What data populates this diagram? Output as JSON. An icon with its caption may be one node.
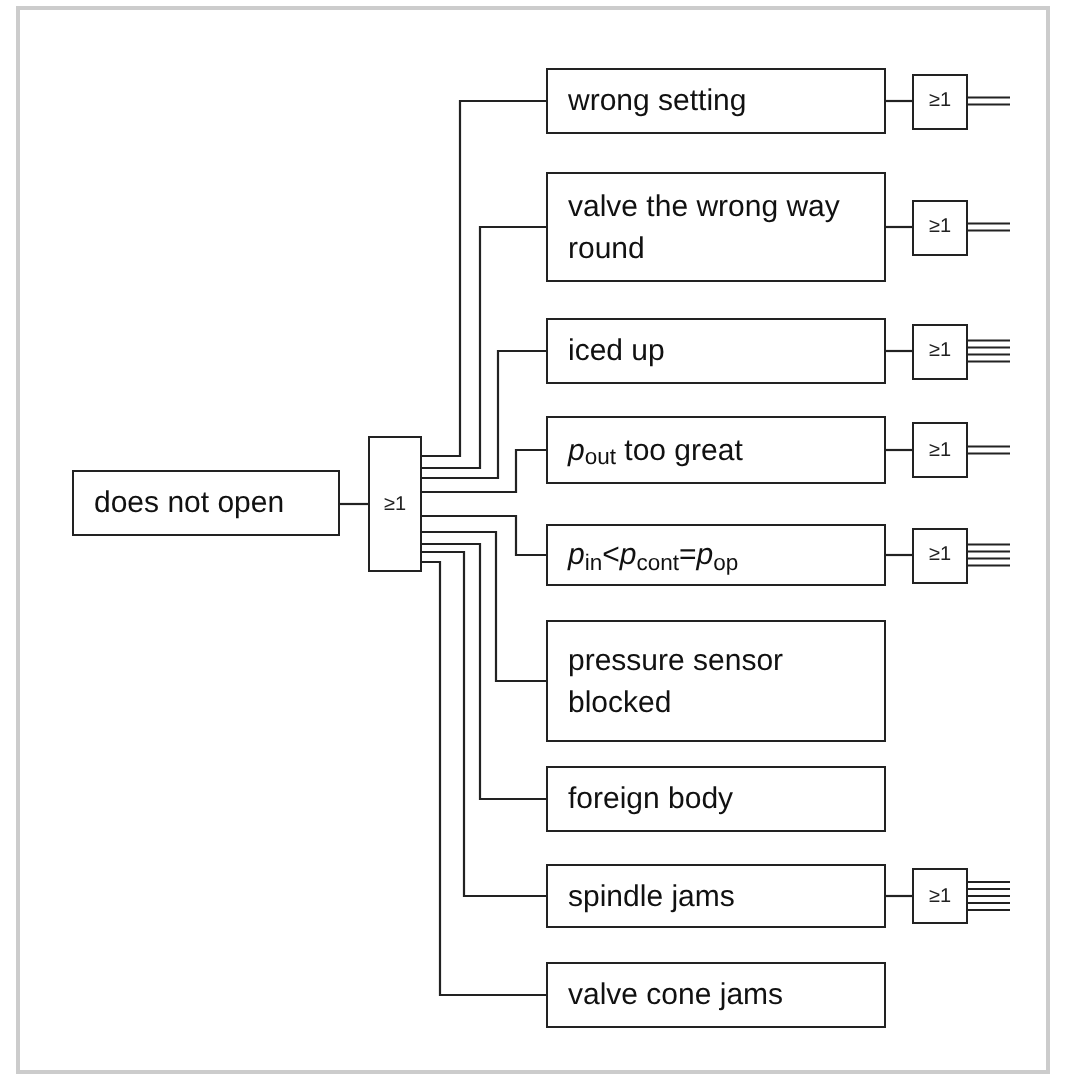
{
  "diagram": {
    "nodes": [
      {
        "text": [
          "does not open"
        ]
      },
      {
        "text": [
          "≥1"
        ]
      },
      {
        "text": [
          "wrong setting"
        ]
      },
      {
        "text": [
          "valve the wrong way round"
        ]
      },
      {
        "text": [
          "iced up"
        ]
      },
      {
        "text": [
          "*p*$_{out}$ too great"
        ]
      },
      {
        "text": [
          "*p*$_{in}$<*p*$_{cont}$=*p*$_{op}$"
        ]
      },
      {
        "text": [
          "pressure sensor blocked"
        ]
      },
      {
        "text": [
          "foreign body"
        ]
      },
      {
        "text": [
          "spindle jams"
        ]
      },
      {
        "text": [
          "valve cone jams"
        ]
      },
      {
        "text": [
          "≥1"
        ]
      },
      {
        "text": [
          "≥1"
        ]
      },
      {
        "text": [
          "≥1"
        ]
      },
      {
        "text": [
          "≥1"
        ]
      },
      {
        "text": [
          "≥1"
        ]
      },
      {
        "text": [
          "≥1"
        ]
      }
    ],
    "edges": [
      {
        "from": 0,
        "to": 1,
        "arrow": "none"
      },
      {
        "from": 1,
        "to": 2,
        "arrow": "none"
      },
      {
        "from": 1,
        "to": 3,
        "arrow": "none"
      },
      {
        "from": 1,
        "to": 4,
        "arrow": "none"
      },
      {
        "from": 1,
        "to": 5,
        "arrow": "none"
      },
      {
        "from": 1,
        "to": 6,
        "arrow": "none"
      },
      {
        "from": 1,
        "to": 7,
        "arrow": "none"
      },
      {
        "from": 1,
        "to": 8,
        "arrow": "none"
      },
      {
        "from": 1,
        "to": 9,
        "arrow": "none"
      },
      {
        "from": 1,
        "to": 10,
        "arrow": "none"
      },
      {
        "from": 2,
        "to": 11,
        "arrow": "none"
      },
      {
        "from": 3,
        "to": 12,
        "arrow": "none"
      },
      {
        "from": 4,
        "to": 13,
        "arrow": "none"
      },
      {
        "from": 5,
        "to": 14,
        "arrow": "none"
      },
      {
        "from": 6,
        "to": 15,
        "arrow": "none"
      },
      {
        "from": 9,
        "to": 16,
        "arrow": "none"
      },
      {
        "from": 11,
        "to": null,
        "arrow": "none"
      },
      {
        "from": 11,
        "to": null,
        "arrow": "none"
      },
      {
        "from": 12,
        "to": null,
        "arrow": "none"
      },
      {
        "from": 12,
        "to": null,
        "arrow": "none"
      },
      {
        "from": 13,
        "to": null,
        "arrow": "none"
      },
      {
        "from": 13,
        "to": null,
        "arrow": "none"
      },
      {
        "from": 13,
        "to": null,
        "arrow": "none"
      },
      {
        "from": 13,
        "to": null,
        "arrow": "none"
      },
      {
        "from": 14,
        "to": null,
        "arrow": "none"
      },
      {
        "from": 14,
        "to": null,
        "arrow": "none"
      },
      {
        "from": 15,
        "to": null,
        "arrow": "none"
      },
      {
        "from": 15,
        "to": null,
        "arrow": "none"
      },
      {
        "from": 15,
        "to": null,
        "arrow": "none"
      },
      {
        "from": 15,
        "to": null,
        "arrow": "none"
      },
      {
        "from": 16,
        "to": null,
        "arrow": "none"
      },
      {
        "from": 16,
        "to": null,
        "arrow": "none"
      },
      {
        "from": 16,
        "to": null,
        "arrow": "none"
      },
      {
        "from": 16,
        "to": null,
        "arrow": "none"
      },
      {
        "from": 16,
        "to": null,
        "arrow": "none"
      }
    ]
  }
}
